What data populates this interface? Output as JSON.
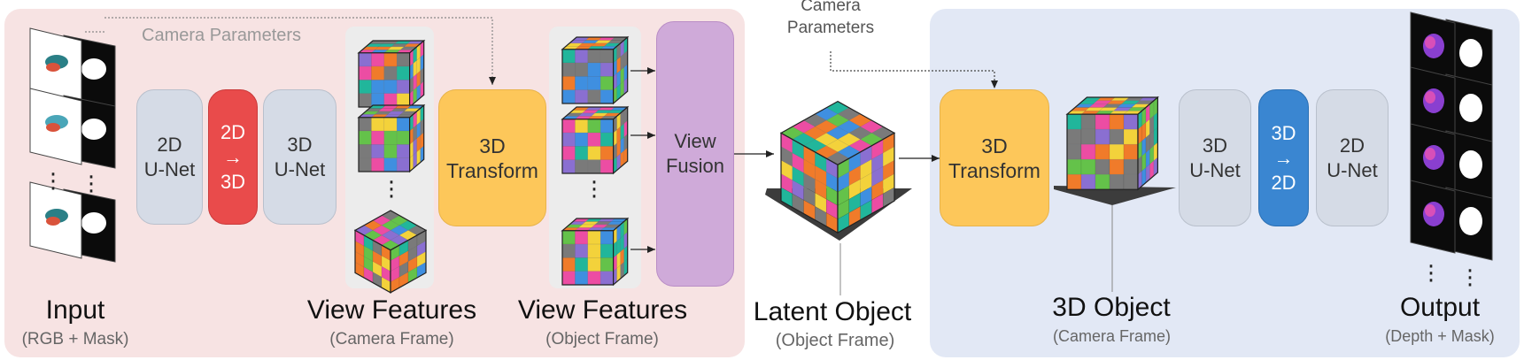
{
  "colors": {
    "encoder_panel": "#f7e3e3",
    "decoder_panel": "#e2e8f5",
    "unet": "#d5dbe6",
    "lift": "#e94b4b",
    "project": "#3a86d1",
    "transform": "#fdc75a",
    "fusion": "#cfaad9"
  },
  "icons": [
    "input-image-stack-icon",
    "voxel-cube-icon",
    "shadow-plane-icon",
    "depth-mask-stack-icon",
    "arrow-icon"
  ],
  "encoder": {
    "camera_params": "Camera Parameters",
    "unet2d": "2D\nU-Net",
    "lift": "2D\n→\n3D",
    "unet3d": "3D\nU-Net",
    "transform": "3D\nTransform",
    "fusion": "View\nFusion",
    "input_title": "Input",
    "input_sub": "(RGB + Mask)",
    "vf_cam_title": "View Features",
    "vf_cam_sub": "(Camera Frame)",
    "vf_obj_title": "View Features",
    "vf_obj_sub": "(Object Frame)"
  },
  "latent": {
    "camera_params": "Camera\nParameters",
    "title": "Latent Object",
    "sub": "(Object Frame)"
  },
  "decoder": {
    "transform": "3D\nTransform",
    "unet3d": "3D\nU-Net",
    "project": "3D\n→\n2D",
    "unet2d": "2D\nU-Net",
    "obj_title": "3D Object",
    "obj_sub": "(Camera Frame)",
    "output_title": "Output",
    "output_sub": "(Depth + Mask)"
  }
}
